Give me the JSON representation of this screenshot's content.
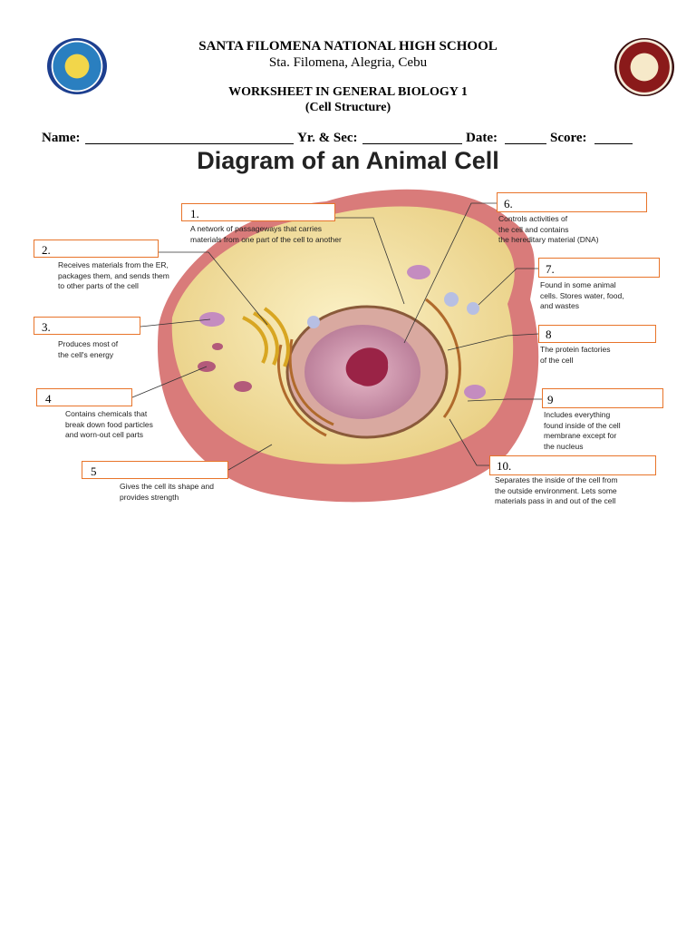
{
  "header": {
    "school_name": "SANTA FILOMENA NATIONAL HIGH SCHOOL",
    "address": "Sta. Filomena, Alegria, Cebu",
    "worksheet_title": "WORKSHEET IN GENERAL BIOLOGY 1",
    "worksheet_subtitle": "(Cell Structure)"
  },
  "fields": {
    "name_label": "Name:",
    "yr_sec_label": "Yr. & Sec:",
    "date_label": "Date:",
    "score_label": "Score:"
  },
  "diagram": {
    "title": "Diagram of an Animal Cell",
    "labels": [
      {
        "number": "1.",
        "description": [
          "A network of passageways that carries",
          "materials from one part of the cell to another"
        ]
      },
      {
        "number": "2.",
        "description": [
          "Receives materials from the ER,",
          "packages them, and sends them",
          "to other parts of the cell"
        ]
      },
      {
        "number": "3.",
        "description": [
          "Produces most of",
          "the cell's energy"
        ]
      },
      {
        "number": "4",
        "description": [
          "Contains chemicals that",
          "break down food particles",
          "and worn-out cell parts"
        ]
      },
      {
        "number": "5",
        "description": [
          "Gives the cell its shape and",
          "provides strength"
        ]
      },
      {
        "number": "6.",
        "description": [
          "Controls activities of",
          "the cell and contains",
          "the hereditary material (DNA)"
        ]
      },
      {
        "number": "7.",
        "description": [
          "Found in some animal",
          "cells. Stores water, food,",
          "and wastes"
        ]
      },
      {
        "number": "8",
        "description": [
          "The protein factories",
          "of the cell"
        ]
      },
      {
        "number": "9",
        "description": [
          "Includes everything",
          "found inside of the cell",
          "membrane except for",
          "the nucleus"
        ]
      },
      {
        "number": "10.",
        "description": [
          "Separates the inside of the cell from",
          "the outside environment. Lets some",
          "materials pass in and out of the cell"
        ]
      }
    ]
  }
}
